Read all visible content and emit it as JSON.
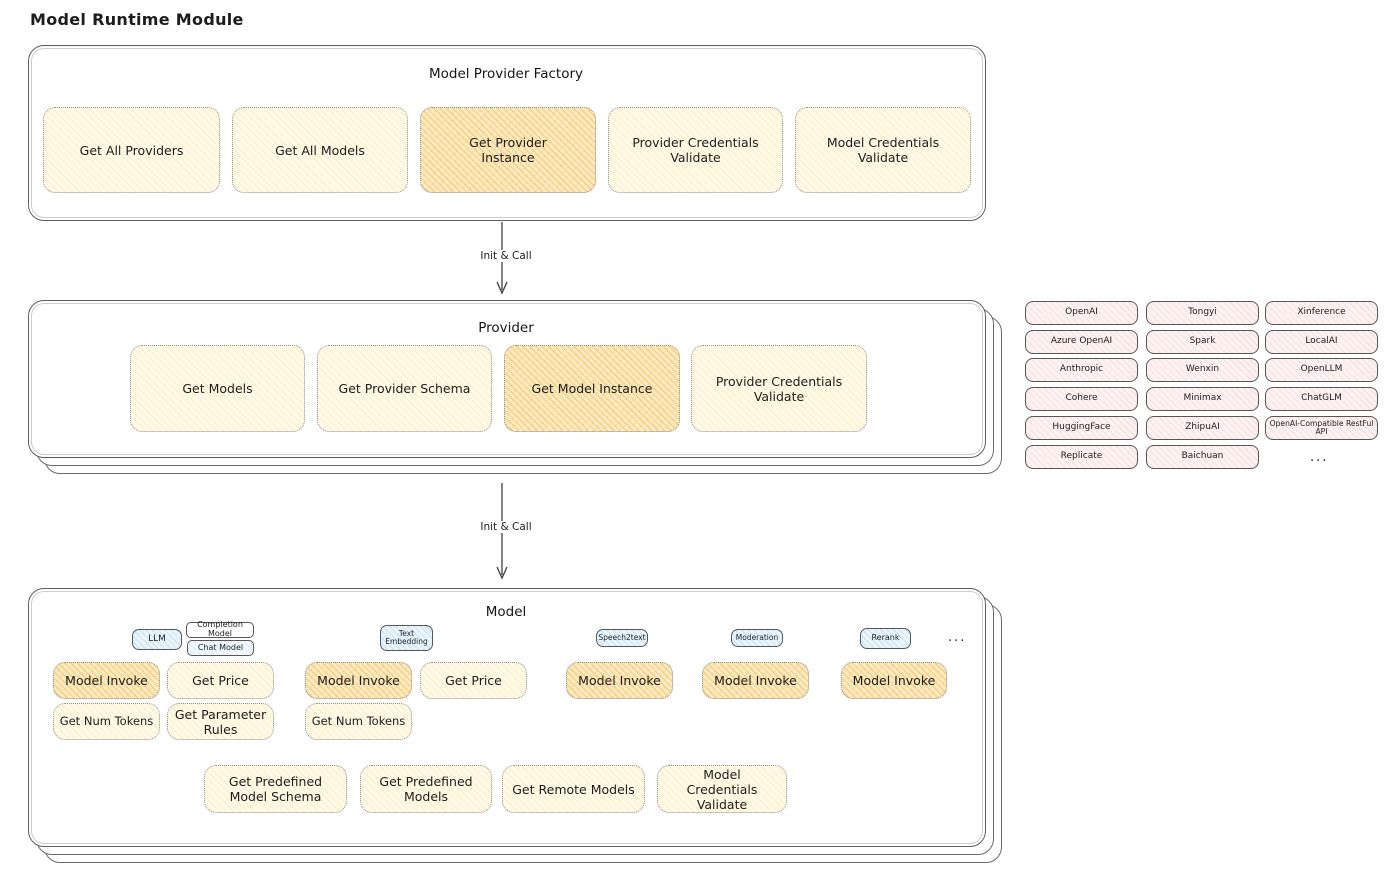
{
  "page": {
    "title": "Model Runtime Module"
  },
  "colors": {
    "yellow_fill": "#FFFAE7",
    "orange_highlight_fill": "#FBEBC2",
    "pink_fill": "#FDF2F2",
    "blue_fill": "#EAF4FB",
    "box_border": "#5E5E5E"
  },
  "factory": {
    "title": "Model Provider Factory",
    "items": [
      {
        "label": "Get All Providers",
        "highlight": false
      },
      {
        "label": "Get All Models",
        "highlight": false
      },
      {
        "label": "Get Provider Instance",
        "highlight": true
      },
      {
        "label": "Provider Credentials Validate",
        "highlight": false
      },
      {
        "label": "Model Credentials Validate",
        "highlight": false
      }
    ]
  },
  "flow": {
    "init_call_1": "Init & Call",
    "init_call_2": "Init & Call"
  },
  "provider": {
    "title": "Provider",
    "items": [
      {
        "label": "Get Models",
        "highlight": false
      },
      {
        "label": "Get Provider Schema",
        "highlight": false
      },
      {
        "label": "Get Model Instance",
        "highlight": true
      },
      {
        "label": "Provider Credentials Validate",
        "highlight": false
      }
    ]
  },
  "providers_grid": {
    "cells": [
      "OpenAI",
      "Tongyi",
      "Xinference",
      "Azure OpenAI",
      "Spark",
      "LocalAI",
      "Anthropic",
      "Wenxin",
      "OpenLLM",
      "Cohere",
      "Minimax",
      "ChatGLM",
      "HuggingFace",
      "ZhipuAI",
      "OpenAI-Compatible RestFul API",
      "Replicate",
      "Baichuan"
    ],
    "more_label": "..."
  },
  "model": {
    "title": "Model",
    "tags": {
      "llm": "LLM",
      "completion_model": "Completion Model",
      "chat_model": "Chat Model",
      "text_embedding": "Text Embedding",
      "speech2text": "Speech2text",
      "moderation": "Moderation",
      "rerank": "Rerank",
      "more": "..."
    },
    "functions": {
      "llm_invoke": "Model Invoke",
      "llm_price": "Get Price",
      "llm_tokens": "Get Num Tokens",
      "llm_rules": "Get Parameter Rules",
      "te_invoke": "Model Invoke",
      "te_price": "Get Price",
      "te_tokens": "Get Num Tokens",
      "s2t_invoke": "Model Invoke",
      "mod_invoke": "Model Invoke",
      "rerank_invoke": "Model Invoke"
    },
    "bottom": [
      "Get Predefined Model Schema",
      "Get Predefined Models",
      "Get Remote Models",
      "Model Credentials Validate"
    ]
  }
}
